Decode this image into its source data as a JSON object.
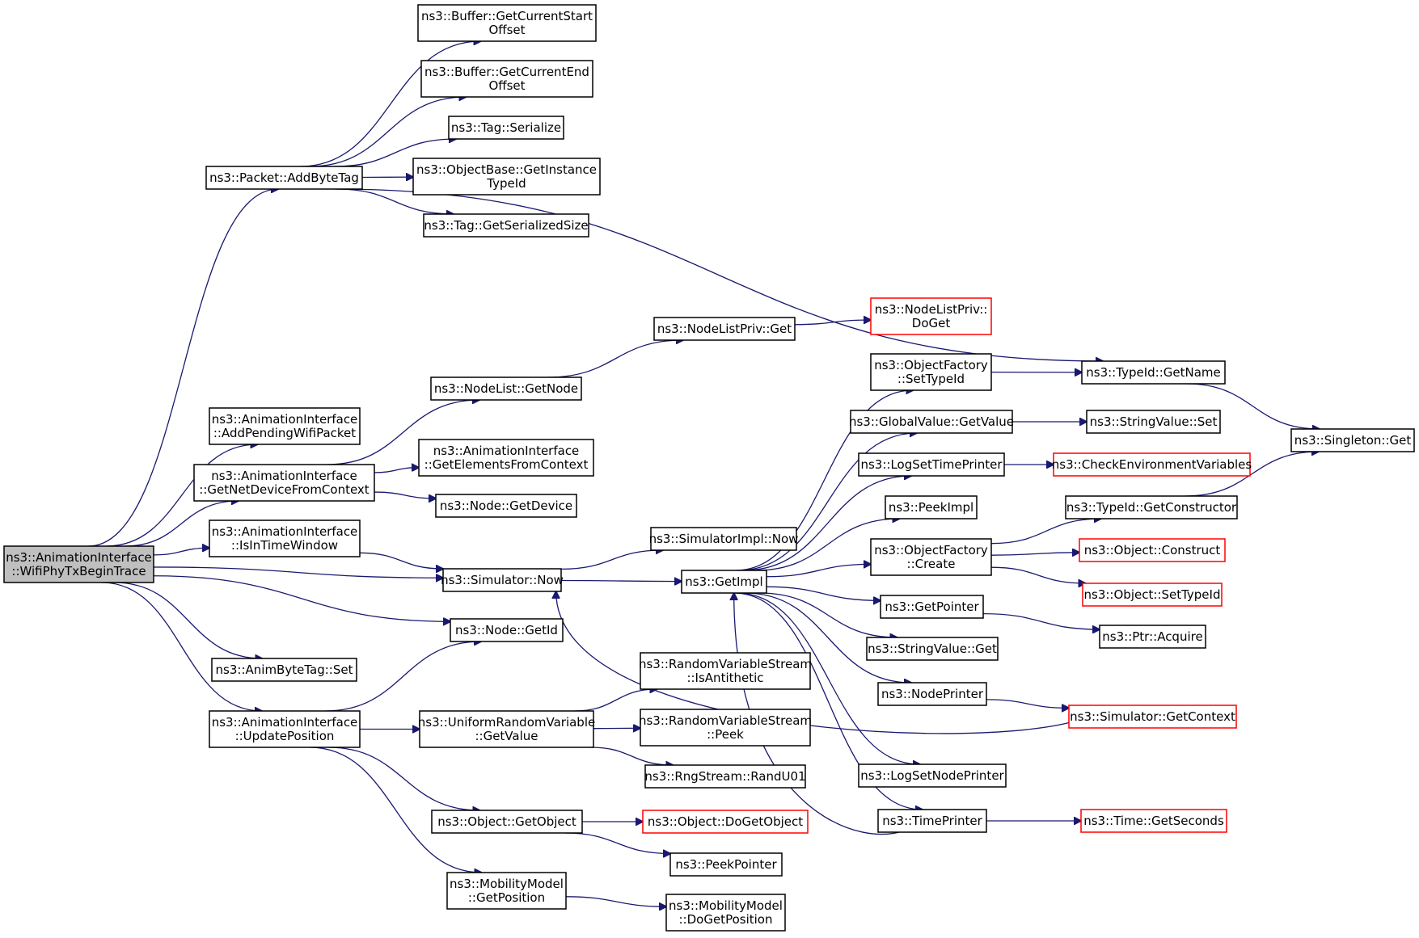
{
  "colors": {
    "edge": "#191970",
    "node_border": "#000000",
    "truncated_border": "#ff0000",
    "root_fill": "#bfbfbf",
    "node_fill": "#ffffff"
  },
  "nodes": [
    {
      "id": "root",
      "lines": [
        "ns3::AnimationInterface",
        "::WifiPhyTxBeginTrace"
      ],
      "root": true
    },
    {
      "id": "add_byte_tag",
      "lines": [
        "ns3::Packet::AddByteTag"
      ]
    },
    {
      "id": "add_pending",
      "lines": [
        "ns3::AnimationInterface",
        "::AddPendingWifiPacket"
      ]
    },
    {
      "id": "get_net_dev",
      "lines": [
        "ns3::AnimationInterface",
        "::GetNetDeviceFromContext"
      ]
    },
    {
      "id": "is_in_time",
      "lines": [
        "ns3::AnimationInterface",
        "::IsInTimeWindow"
      ]
    },
    {
      "id": "anim_set",
      "lines": [
        "ns3::AnimByteTag::Set"
      ]
    },
    {
      "id": "update_pos",
      "lines": [
        "ns3::AnimationInterface",
        "::UpdatePosition"
      ]
    },
    {
      "id": "buf_start",
      "lines": [
        "ns3::Buffer::GetCurrentStart",
        "Offset"
      ]
    },
    {
      "id": "buf_end",
      "lines": [
        "ns3::Buffer::GetCurrentEnd",
        "Offset"
      ]
    },
    {
      "id": "tag_serialize",
      "lines": [
        "ns3::Tag::Serialize"
      ]
    },
    {
      "id": "obj_get_inst",
      "lines": [
        "ns3::ObjectBase::GetInstance",
        "TypeId"
      ]
    },
    {
      "id": "tag_size",
      "lines": [
        "ns3::Tag::GetSerializedSize"
      ]
    },
    {
      "id": "nodelist_get",
      "lines": [
        "ns3::NodeList::GetNode"
      ]
    },
    {
      "id": "get_elems",
      "lines": [
        "ns3::AnimationInterface",
        "::GetElementsFromContext"
      ]
    },
    {
      "id": "node_get_dev",
      "lines": [
        "ns3::Node::GetDevice"
      ]
    },
    {
      "id": "sim_now",
      "lines": [
        "ns3::Simulator::Now"
      ]
    },
    {
      "id": "node_get_id",
      "lines": [
        "ns3::Node::GetId"
      ]
    },
    {
      "id": "uniform_get",
      "lines": [
        "ns3::UniformRandomVariable",
        "::GetValue"
      ]
    },
    {
      "id": "obj_get_obj",
      "lines": [
        "ns3::Object::GetObject"
      ]
    },
    {
      "id": "mob_get_pos",
      "lines": [
        "ns3::MobilityModel",
        "::GetPosition"
      ]
    },
    {
      "id": "nlp_get",
      "lines": [
        "ns3::NodeListPriv::Get"
      ]
    },
    {
      "id": "simimpl_now",
      "lines": [
        "ns3::SimulatorImpl::Now"
      ]
    },
    {
      "id": "get_impl",
      "lines": [
        "ns3::GetImpl"
      ]
    },
    {
      "id": "rvs_anti",
      "lines": [
        "ns3::RandomVariableStream",
        "::IsAntithetic"
      ]
    },
    {
      "id": "rvs_peek",
      "lines": [
        "ns3::RandomVariableStream",
        "::Peek"
      ]
    },
    {
      "id": "rng_rand",
      "lines": [
        "ns3::RngStream::RandU01"
      ]
    },
    {
      "id": "obj_doget",
      "lines": [
        "ns3::Object::DoGetObject"
      ],
      "truncated": true
    },
    {
      "id": "peek_ptr",
      "lines": [
        "ns3::PeekPointer"
      ]
    },
    {
      "id": "mob_doget",
      "lines": [
        "ns3::MobilityModel",
        "::DoGetPosition"
      ]
    },
    {
      "id": "nlp_doget",
      "lines": [
        "ns3::NodeListPriv::",
        "DoGet"
      ],
      "truncated": true
    },
    {
      "id": "of_settype",
      "lines": [
        "ns3::ObjectFactory",
        "::SetTypeId"
      ]
    },
    {
      "id": "gv_get",
      "lines": [
        "ns3::GlobalValue::GetValue"
      ]
    },
    {
      "id": "log_time",
      "lines": [
        "ns3::LogSetTimePrinter"
      ]
    },
    {
      "id": "peek_impl",
      "lines": [
        "ns3::PeekImpl"
      ]
    },
    {
      "id": "of_create",
      "lines": [
        "ns3::ObjectFactory",
        "::Create"
      ]
    },
    {
      "id": "get_pointer",
      "lines": [
        "ns3::GetPointer"
      ]
    },
    {
      "id": "sv_get",
      "lines": [
        "ns3::StringValue::Get"
      ]
    },
    {
      "id": "node_printer",
      "lines": [
        "ns3::NodePrinter"
      ]
    },
    {
      "id": "log_node",
      "lines": [
        "ns3::LogSetNodePrinter"
      ]
    },
    {
      "id": "time_printer",
      "lines": [
        "ns3::TimePrinter"
      ]
    },
    {
      "id": "typeid_name",
      "lines": [
        "ns3::TypeId::GetName"
      ]
    },
    {
      "id": "sv_set",
      "lines": [
        "ns3::StringValue::Set"
      ]
    },
    {
      "id": "check_env",
      "lines": [
        "ns3::CheckEnvironmentVariables"
      ],
      "truncated": true
    },
    {
      "id": "typeid_ctor",
      "lines": [
        "ns3::TypeId::GetConstructor"
      ]
    },
    {
      "id": "obj_construct",
      "lines": [
        "ns3::Object::Construct"
      ],
      "truncated": true
    },
    {
      "id": "obj_settype",
      "lines": [
        "ns3::Object::SetTypeId"
      ],
      "truncated": true
    },
    {
      "id": "ptr_acquire",
      "lines": [
        "ns3::Ptr::Acquire"
      ]
    },
    {
      "id": "sim_ctx",
      "lines": [
        "ns3::Simulator::GetContext"
      ],
      "truncated": true
    },
    {
      "id": "time_secs",
      "lines": [
        "ns3::Time::GetSeconds"
      ],
      "truncated": true
    },
    {
      "id": "singleton",
      "lines": [
        "ns3::Singleton::Get"
      ]
    }
  ],
  "edges": [
    [
      "root",
      "add_byte_tag"
    ],
    [
      "root",
      "add_pending"
    ],
    [
      "root",
      "get_net_dev"
    ],
    [
      "root",
      "is_in_time"
    ],
    [
      "root",
      "sim_now"
    ],
    [
      "root",
      "node_get_id"
    ],
    [
      "root",
      "anim_set"
    ],
    [
      "root",
      "update_pos"
    ],
    [
      "add_byte_tag",
      "buf_start"
    ],
    [
      "add_byte_tag",
      "buf_end"
    ],
    [
      "add_byte_tag",
      "tag_serialize"
    ],
    [
      "add_byte_tag",
      "obj_get_inst"
    ],
    [
      "add_byte_tag",
      "tag_size"
    ],
    [
      "add_byte_tag",
      "typeid_name"
    ],
    [
      "get_net_dev",
      "nodelist_get"
    ],
    [
      "get_net_dev",
      "get_elems"
    ],
    [
      "get_net_dev",
      "node_get_dev"
    ],
    [
      "nodelist_get",
      "nlp_get"
    ],
    [
      "nlp_get",
      "nlp_doget"
    ],
    [
      "is_in_time",
      "sim_now"
    ],
    [
      "sim_now",
      "simimpl_now"
    ],
    [
      "sim_now",
      "get_impl"
    ],
    [
      "update_pos",
      "node_get_id"
    ],
    [
      "update_pos",
      "uniform_get"
    ],
    [
      "update_pos",
      "obj_get_obj"
    ],
    [
      "update_pos",
      "mob_get_pos"
    ],
    [
      "uniform_get",
      "rvs_anti"
    ],
    [
      "uniform_get",
      "rvs_peek"
    ],
    [
      "uniform_get",
      "rng_rand"
    ],
    [
      "obj_get_obj",
      "obj_doget"
    ],
    [
      "obj_get_obj",
      "peek_ptr"
    ],
    [
      "mob_get_pos",
      "mob_doget"
    ],
    [
      "get_impl",
      "of_settype"
    ],
    [
      "get_impl",
      "gv_get"
    ],
    [
      "get_impl",
      "log_time"
    ],
    [
      "get_impl",
      "peek_impl"
    ],
    [
      "get_impl",
      "of_create"
    ],
    [
      "get_impl",
      "get_pointer"
    ],
    [
      "get_impl",
      "sv_get"
    ],
    [
      "get_impl",
      "node_printer"
    ],
    [
      "get_impl",
      "log_node"
    ],
    [
      "get_impl",
      "time_printer"
    ],
    [
      "of_settype",
      "typeid_name"
    ],
    [
      "gv_get",
      "sv_set"
    ],
    [
      "log_time",
      "check_env"
    ],
    [
      "of_create",
      "typeid_ctor"
    ],
    [
      "of_create",
      "obj_construct"
    ],
    [
      "of_create",
      "obj_settype"
    ],
    [
      "get_pointer",
      "ptr_acquire"
    ],
    [
      "node_printer",
      "sim_ctx"
    ],
    [
      "sim_ctx",
      "sim_now"
    ],
    [
      "time_printer",
      "get_impl"
    ],
    [
      "time_printer",
      "time_secs"
    ],
    [
      "typeid_name",
      "singleton"
    ],
    [
      "typeid_ctor",
      "singleton"
    ]
  ]
}
